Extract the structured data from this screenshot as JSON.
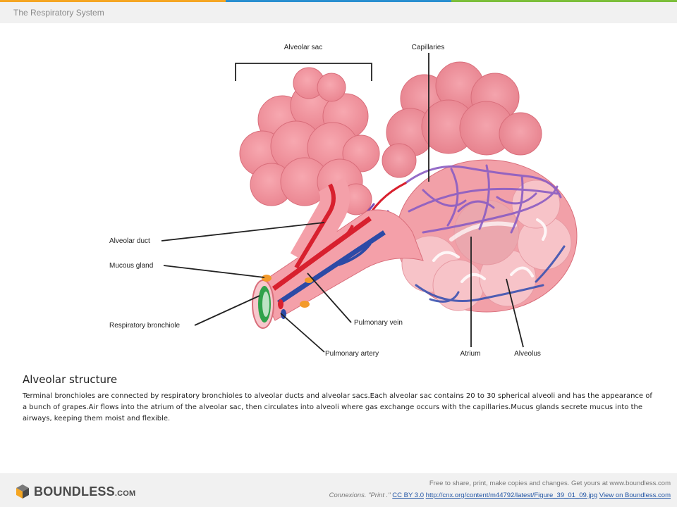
{
  "header": {
    "title": "The Respiratory System",
    "accent_colors": [
      "#f5a623",
      "#2a8fd0",
      "#7cbf3a"
    ]
  },
  "diagram": {
    "labels": {
      "alveolar_sac": "Alveolar sac",
      "capillaries": "Capillaries",
      "alveolar_duct": "Alveolar duct",
      "mucous_gland": "Mucous gland",
      "respiratory_bronchiole": "Respiratory bronchiole",
      "pulmonary_vein": "Pulmonary vein",
      "pulmonary_artery": "Pulmonary artery",
      "atrium": "Atrium",
      "alveolus": "Alveolus"
    },
    "colors": {
      "tissue": "#f08a94",
      "tissue_light": "#f6b3ba",
      "vein_red": "#d8202e",
      "artery_blue": "#2c4aa6",
      "capillary_purple": "#7a4bb3",
      "gland_orange": "#f39a2a",
      "lumen_green": "#2fa24a"
    }
  },
  "caption": {
    "title": "Alveolar structure",
    "body": "Terminal bronchioles are connected by respiratory bronchioles to alveolar ducts and alveolar sacs.Each alveolar sac contains 20 to 30 spherical alveoli and has the appearance of a bunch of grapes.Air flows into the atrium of the alveolar sac, then circulates into alveoli where gas exchange occurs with the capillaries.Mucus glands secrete mucus into the airways, keeping them moist and flexible."
  },
  "footer": {
    "brand_main": "BOUNDLESS",
    "brand_suffix": ".COM",
    "share_text": "Free to share, print, make copies and changes. Get yours at www.boundless.com",
    "attribution_prefix": "Connexions. \"Print .\"",
    "license_link": "CC BY 3.0",
    "source_link": "http://cnx.org/content/m44792/latest/Figure_39_01_09.jpg",
    "view_link": "View on Boundless.com"
  }
}
